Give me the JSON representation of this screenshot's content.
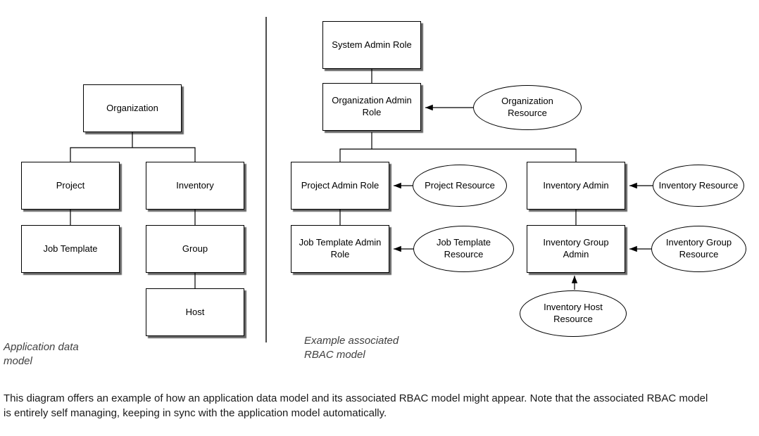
{
  "left_panel": {
    "caption": "Application data model",
    "organization": "Organization",
    "project": "Project",
    "inventory": "Inventory",
    "job_template": "Job Template",
    "group": "Group",
    "host": "Host"
  },
  "right_panel": {
    "caption": "Example associated RBAC model",
    "system_admin_role": "System Admin Role",
    "organization_admin_role": "Organization Admin Role",
    "project_admin_role": "Project Admin Role",
    "inventory_admin": "Inventory Admin",
    "job_template_admin_role": "Job Template Admin Role",
    "inventory_group_admin": "Inventory Group Admin",
    "organization_resource": "Organization Resource",
    "project_resource": "Project Resource",
    "inventory_resource": "Inventory Resource",
    "job_template_resource": "Job Template Resource",
    "inventory_group_resource": "Inventory Group Resource",
    "inventory_host_resource": "Inventory Host Resource"
  },
  "footer": {
    "description": "This diagram offers an example of how an application data model and its associated RBAC model might appear. Note that the associated RBAC model is entirely self managing, keeping in sync with the application model automatically."
  },
  "colors": {
    "node_fill": "#ffffff",
    "node_border": "#000000",
    "connector": "#000000",
    "divider": "#4d4d4d"
  }
}
